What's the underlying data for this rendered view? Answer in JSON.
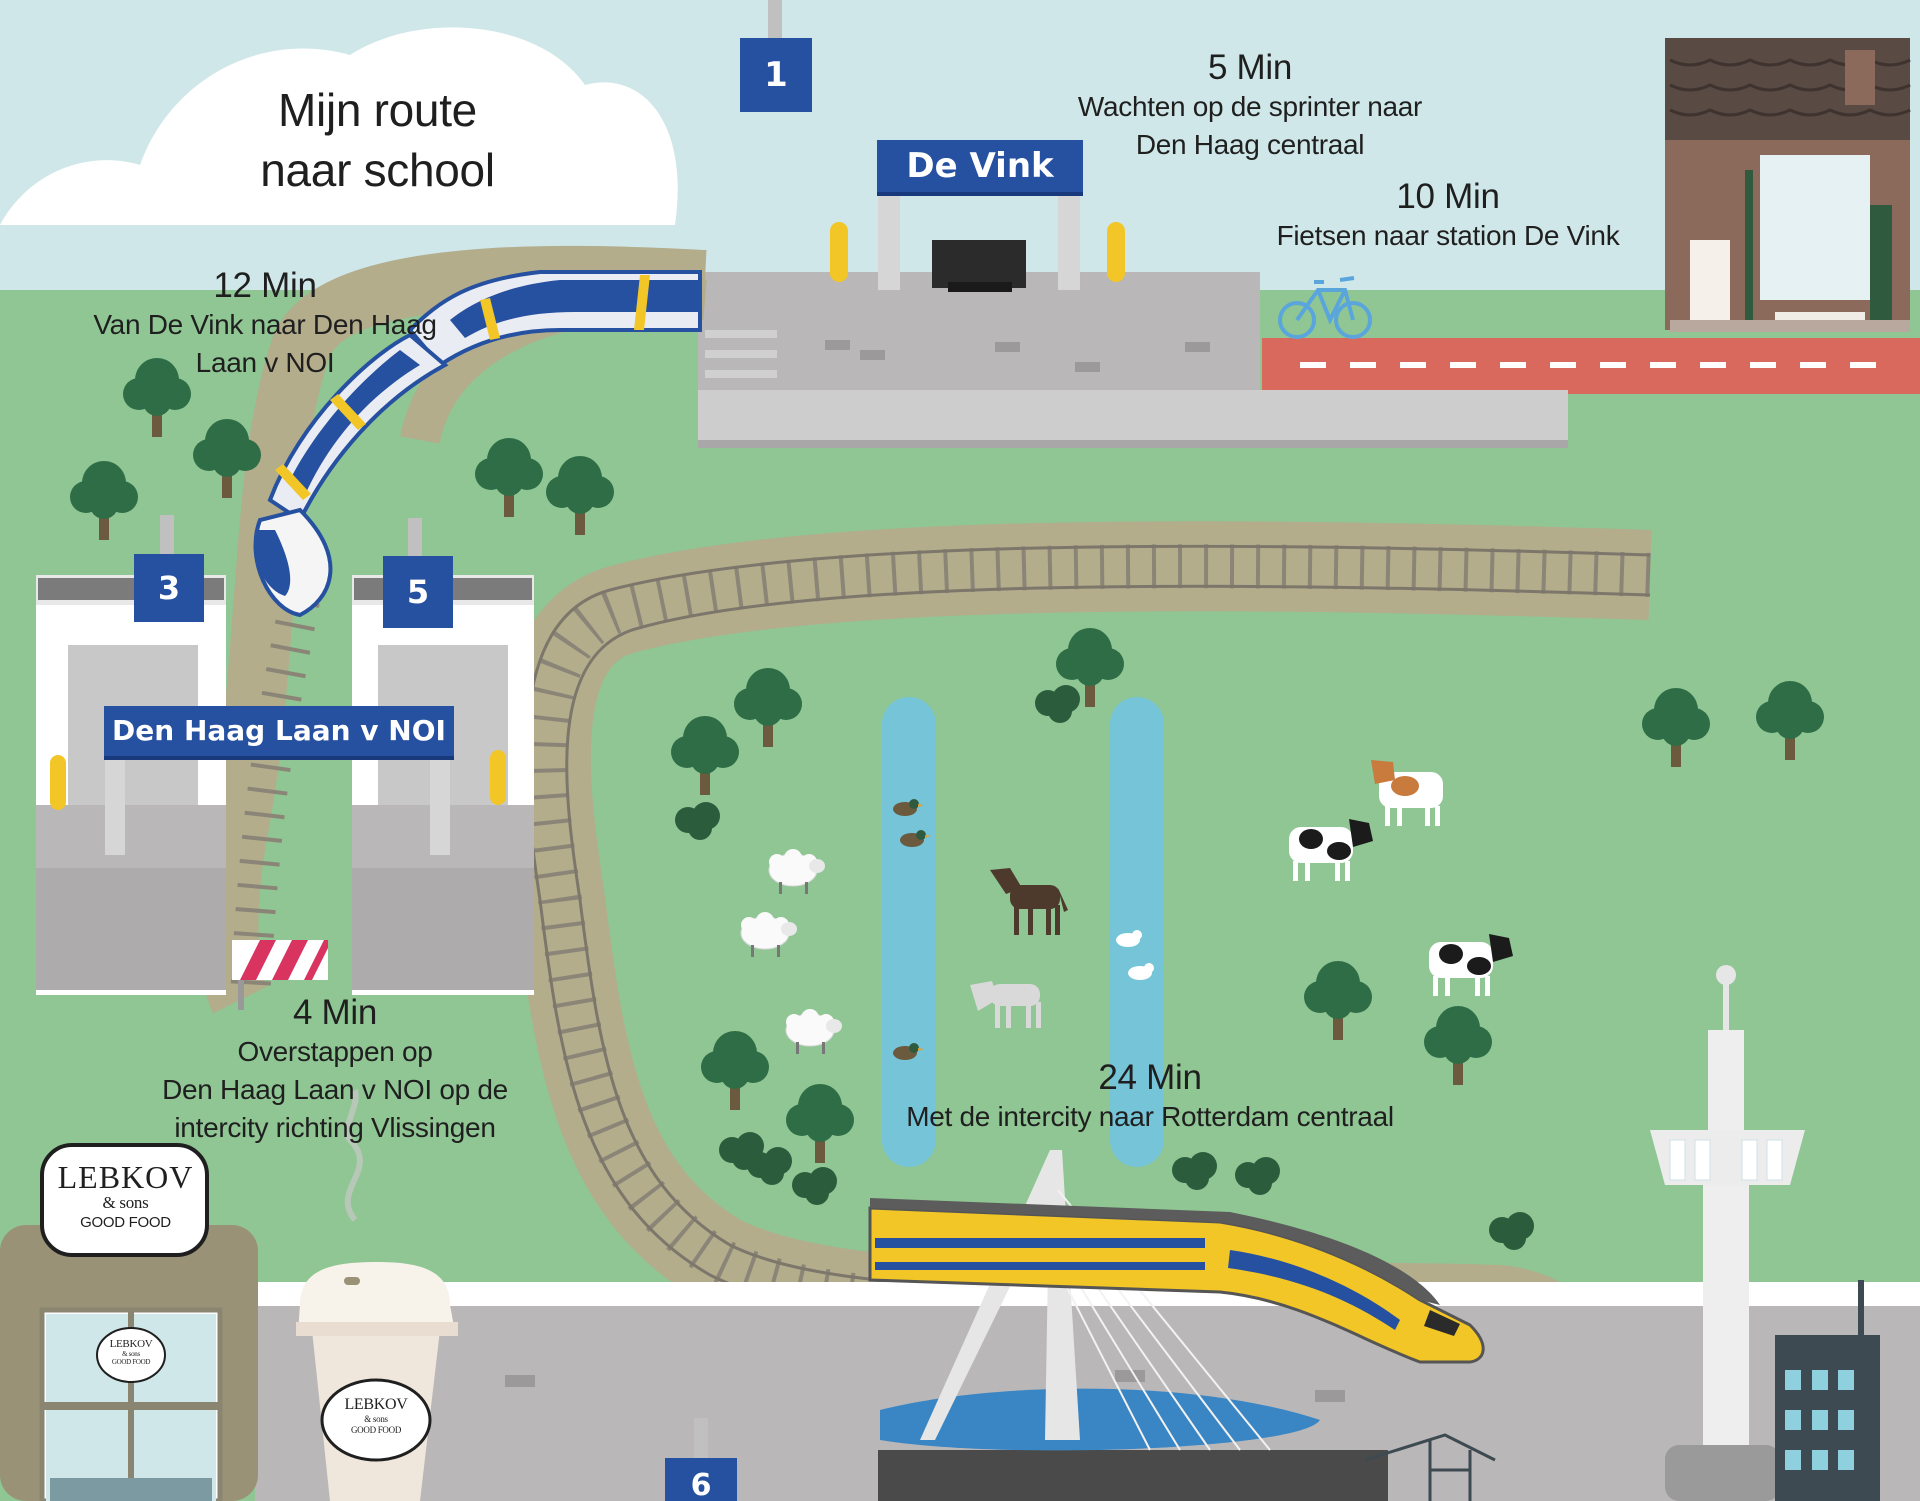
{
  "title": {
    "line1": "Mijn route",
    "line2": "naar school"
  },
  "stations": {
    "de_vink": "De Vink",
    "laan_v_noi": "Den Haag Laan v NOI"
  },
  "platforms": {
    "p1": "1",
    "p3": "3",
    "p5": "5",
    "p6": "6"
  },
  "steps": [
    {
      "minutes": "10 Min",
      "desc": [
        "Fietsen naar station De Vink"
      ]
    },
    {
      "minutes": "5 Min",
      "desc": [
        "Wachten op de sprinter naar",
        "Den Haag centraal"
      ]
    },
    {
      "minutes": "12 Min",
      "desc": [
        "Van De Vink naar Den Haag",
        "Laan v NOI"
      ]
    },
    {
      "minutes": "4 Min",
      "desc": [
        "Overstappen op",
        "Den Haag Laan v NOI op de",
        "intercity richting Vlissingen"
      ]
    },
    {
      "minutes": "24 Min",
      "desc": [
        "Met de intercity naar Rotterdam centraal"
      ]
    }
  ],
  "shop": {
    "name": "LEBKOV",
    "sub": "& sons",
    "tag": "GOOD FOOD"
  },
  "colors": {
    "sky": "#cfe7e8",
    "grass": "#8fc693",
    "track": "#b3ad8c",
    "platform": "#b9b7b8",
    "sign_blue": "#2650a0",
    "bike_lane": "#d9695d",
    "water": "#76c4d8",
    "train_yellow": "#f1c626"
  },
  "icons": [
    "cloud-icon",
    "tree-icon",
    "cow-icon",
    "sheep-icon",
    "horse-icon",
    "duck-icon",
    "bike-icon",
    "train-icon",
    "coffee-cup-icon",
    "house-icon",
    "tower-icon",
    "bridge-icon",
    "barrier-icon"
  ]
}
